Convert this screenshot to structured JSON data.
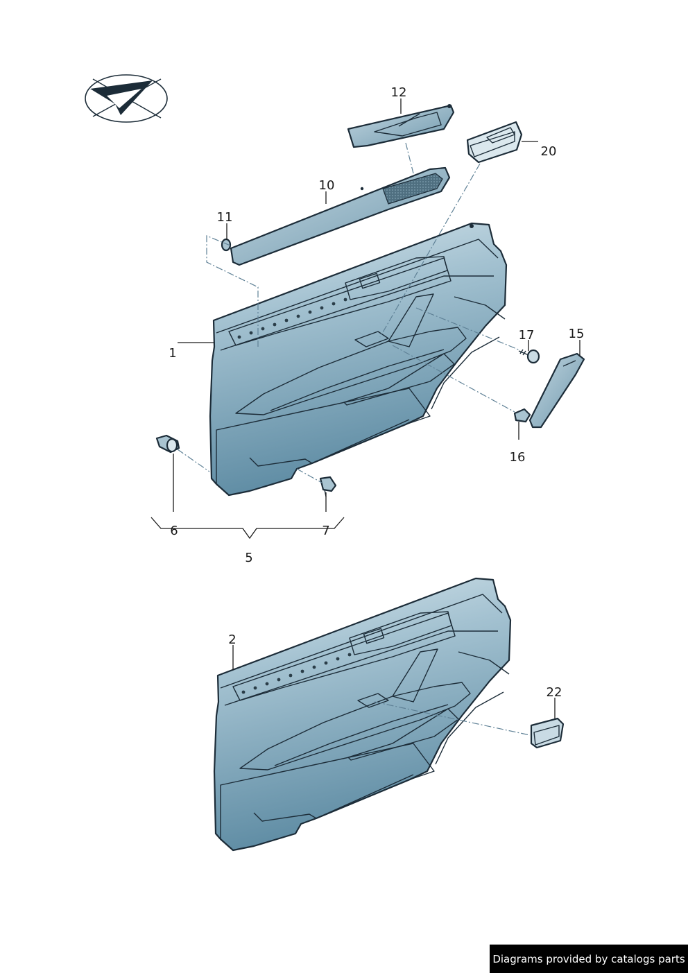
{
  "callouts": {
    "c1": "1",
    "c2": "2",
    "c5": "5",
    "c6": "6",
    "c7": "7",
    "c10": "10",
    "c11": "11",
    "c12": "12",
    "c15": "15",
    "c16": "16",
    "c17": "17",
    "c20": "20",
    "c22": "22"
  },
  "footer": {
    "text": "Diagrams provided by catalogs parts"
  },
  "colors": {
    "panel_light": "#c9dbe4",
    "panel_mid": "#8db0c2",
    "panel_dark": "#5d8aa1",
    "outline": "#1c2c38",
    "dash": "#5f8196"
  }
}
